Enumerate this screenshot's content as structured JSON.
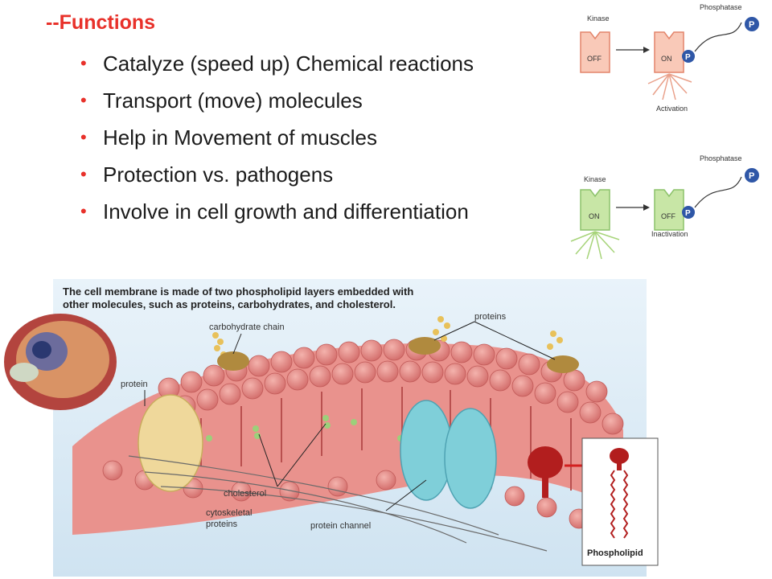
{
  "heading": "--Functions",
  "bullets": [
    "Catalyze (speed up) Chemical reactions",
    "Transport (move) molecules",
    "Help in Movement of muscles",
    "Protection vs. pathogens",
    "Involve in cell growth and differentiation"
  ],
  "kinase_diagram": {
    "top": {
      "kinase": "Kinase",
      "left_state": "OFF",
      "right_state": "ON",
      "phosphatase": "Phosphatase",
      "p": "P",
      "caption": "Activation"
    },
    "bottom": {
      "kinase": "Kinase",
      "left_state": "ON",
      "right_state": "OFF",
      "phosphatase": "Phosphatase",
      "p": "P",
      "caption": "Inactivation"
    }
  },
  "membrane": {
    "caption_line1": "The cell membrane is made of two phospholipid layers embedded with",
    "caption_line2": "other molecules, such as proteins, carbohydrates, and cholesterol.",
    "labels": {
      "carbohydrate_chain": "carbohydrate chain",
      "proteins": "proteins",
      "protein": "protein",
      "cholesterol": "cholesterol",
      "cytoskeletal_1": "cytoskeletal",
      "cytoskeletal_2": "proteins",
      "protein_channel": "protein channel",
      "phospholipid": "Phospholipid"
    }
  },
  "colors": {
    "accent_red": "#e8312a",
    "kinase_off_fill": "#f9c9b8",
    "kinase_on_fill": "#c8e6a6",
    "phosphate_blue": "#2f57a7",
    "lipid_pink": "#e17a78",
    "channel_blue": "#7fcfd9",
    "protein_tan": "#efd89b"
  }
}
